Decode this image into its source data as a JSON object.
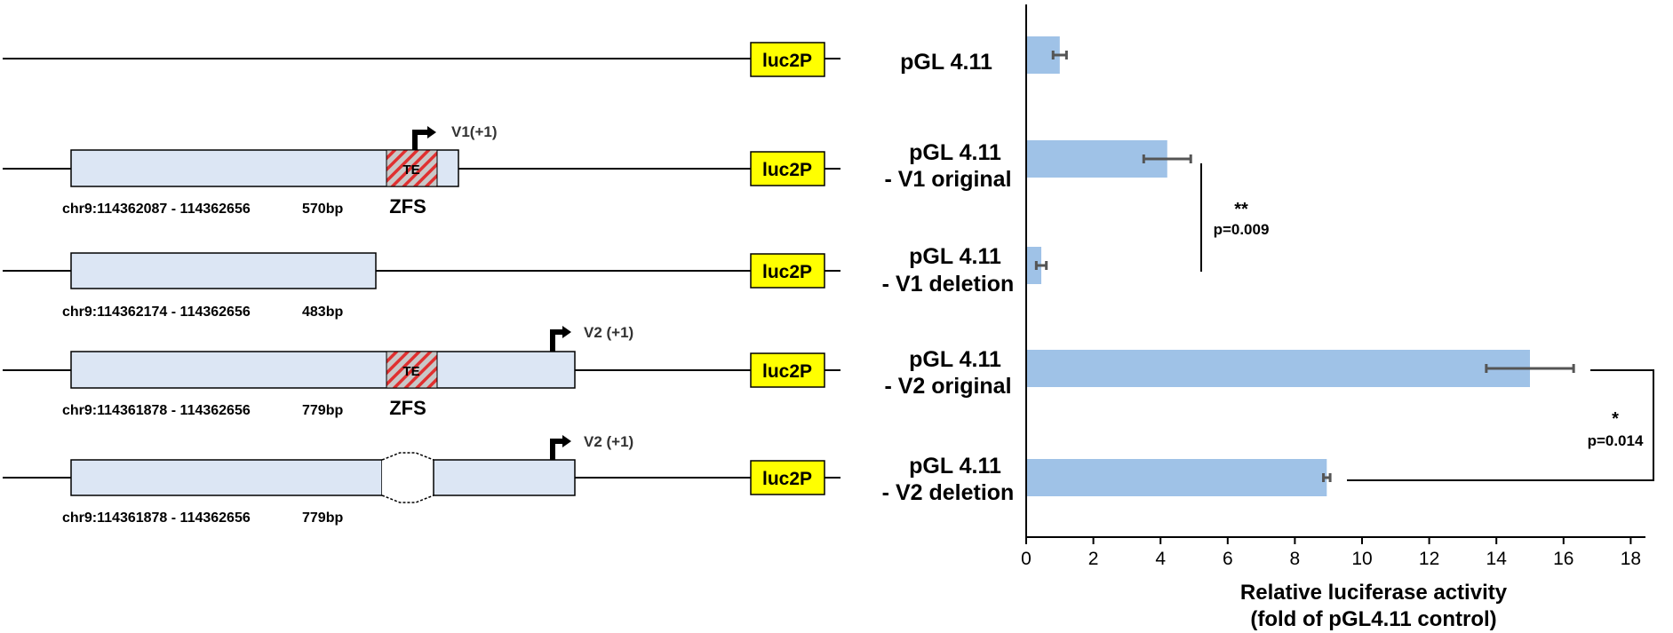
{
  "constructs": [
    {
      "id": "empty",
      "label_line1": "pGL 4.11",
      "label_line2": "",
      "reporter": "luc2P",
      "coords": "",
      "length": "",
      "te_label": "",
      "zfs_label": "",
      "tss_label": ""
    },
    {
      "id": "v1o",
      "label_line1": "pGL 4.11",
      "label_line2": "- V1 original",
      "reporter": "luc2P",
      "coords": "chr9:114362087 - 114362656",
      "length": "570bp",
      "te_label": "TE",
      "zfs_label": "ZFS",
      "tss_label": "V1(+1)"
    },
    {
      "id": "v1d",
      "label_line1": "pGL 4.11",
      "label_line2": "- V1 deletion",
      "reporter": "luc2P",
      "coords": "chr9:114362174 - 114362656",
      "length": "483bp",
      "te_label": "",
      "zfs_label": "",
      "tss_label": ""
    },
    {
      "id": "v2o",
      "label_line1": "pGL 4.11",
      "label_line2": "- V2 original",
      "reporter": "luc2P",
      "coords": "chr9:114361878 - 114362656",
      "length": "779bp",
      "te_label": "TE",
      "zfs_label": "ZFS",
      "tss_label": "V2 (+1)"
    },
    {
      "id": "v2d",
      "label_line1": "pGL 4.11",
      "label_line2": "- V2 deletion",
      "reporter": "luc2P",
      "coords": "chr9:114361878 - 114362656",
      "length": "779bp",
      "te_label": "",
      "zfs_label": "",
      "tss_label": "V2 (+1)"
    }
  ],
  "chart_data": {
    "type": "bar",
    "orientation": "horizontal",
    "categories": [
      "pGL 4.11",
      "pGL 4.11 - V1 original",
      "pGL 4.11 - V1 deletion",
      "pGL 4.11 - V2 original",
      "pGL 4.11 - V2 deletion"
    ],
    "values": [
      1.0,
      4.2,
      0.45,
      15.0,
      8.95
    ],
    "errors": [
      0.2,
      0.7,
      0.15,
      1.3,
      0.1
    ],
    "xlabel_line1": "Relative luciferase activity",
    "xlabel_line2": "(fold of pGL4.11 control)",
    "ylabel": "",
    "xlim": [
      0,
      19
    ],
    "xticks": [
      "0",
      "2",
      "4",
      "6",
      "8",
      "10",
      "12",
      "14",
      "16",
      "18"
    ],
    "grid": false,
    "bar_color": "#9fc2e7",
    "significance": [
      {
        "between": [
          "pGL 4.11 - V1 original",
          "pGL 4.11 - V1 deletion"
        ],
        "stars": "**",
        "p": "p=0.009"
      },
      {
        "between": [
          "pGL 4.11 - V2 original",
          "pGL 4.11 - V2 deletion"
        ],
        "stars": "*",
        "p": "p=0.014"
      }
    ]
  },
  "colors": {
    "box_fill": "#dce6f4",
    "reporter_fill": "#ffff00",
    "te_stripe_red": "#e03030",
    "te_fill": "#c8c8c8"
  }
}
